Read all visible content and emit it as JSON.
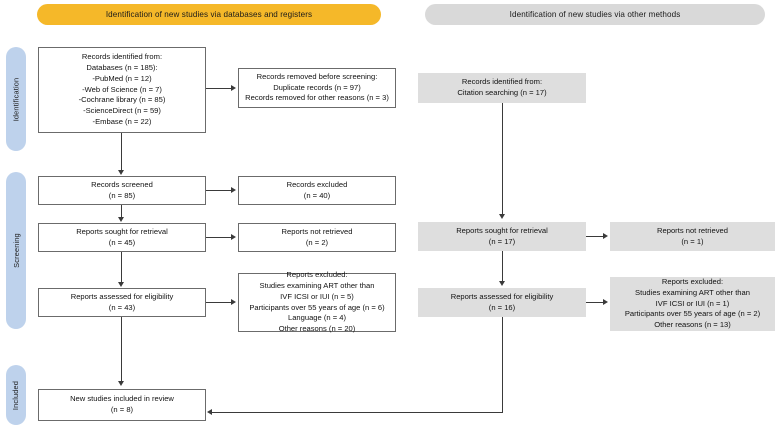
{
  "banners": {
    "databases": "Identification of new studies via databases and registers",
    "other": "Identification of new studies via other methods"
  },
  "stages": {
    "identification": "Identification",
    "screening": "Screening",
    "included": "Included"
  },
  "colors": {
    "banner_databases": "#F5B829",
    "banner_other": "#D9D9D9",
    "stage_pill": "#BED2EC",
    "gray_box": "#DEDEDE",
    "box_border": "#6B6B6B",
    "connector": "#3A3A3A"
  },
  "left_column": {
    "identified": {
      "lines": [
        "Records identified from:",
        "Databases (n = 185):",
        "-PubMed (n = 12)",
        "-Web of Science (n = 7)",
        "-Cochrane library (n = 85)",
        "-ScienceDirect (n = 59)",
        "-Embase (n = 22)"
      ]
    },
    "removed": {
      "lines": [
        "Records removed before screening:",
        "Duplicate records (n = 97)",
        "Records removed for other reasons (n = 3)"
      ]
    },
    "screened": {
      "lines": [
        "Records screened",
        "(n = 85)"
      ]
    },
    "excluded": {
      "lines": [
        "Records excluded",
        "(n = 40)"
      ]
    },
    "sought": {
      "lines": [
        "Reports sought for retrieval",
        "(n = 45)"
      ]
    },
    "not_retrieved": {
      "lines": [
        "Reports not retrieved",
        "(n = 2)"
      ]
    },
    "assessed": {
      "lines": [
        "Reports assessed for eligibility",
        "(n = 43)"
      ]
    },
    "reports_excluded": {
      "lines": [
        "Reports excluded:",
        "Studies examining ART other than",
        "IVF ICSI or IUI (n = 5)",
        "Participants over 55 years of age (n = 6)",
        "Language (n = 4)",
        "Other reasons (n = 20)"
      ]
    },
    "included": {
      "lines": [
        "New studies included in review",
        "(n = 8)"
      ]
    }
  },
  "right_column": {
    "citation": {
      "lines": [
        "Records identified from:",
        "Citation searching (n = 17)"
      ]
    },
    "sought": {
      "lines": [
        "Reports sought for retrieval",
        "(n = 17)"
      ]
    },
    "not_retrieved": {
      "lines": [
        "Reports not retrieved",
        "(n = 1)"
      ]
    },
    "assessed": {
      "lines": [
        "Reports assessed for eligibility",
        "(n = 16)"
      ]
    },
    "reports_excluded": {
      "lines": [
        "Reports excluded:",
        "Studies examining ART other than",
        "IVF ICSI or IUI (n = 1)",
        "Participants over 55 years of age (n = 2)",
        "Other reasons (n = 13)"
      ]
    }
  }
}
